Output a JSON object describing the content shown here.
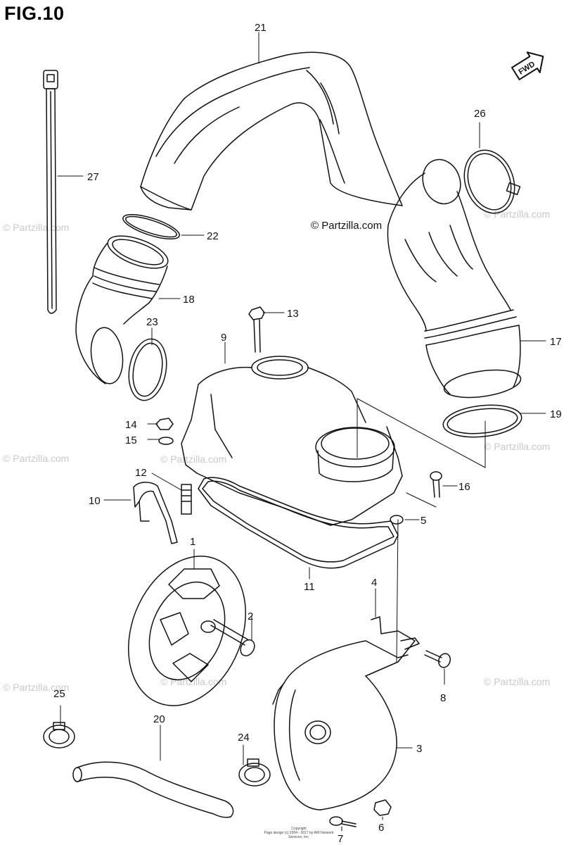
{
  "figure_title": "FIG.10",
  "fwd_label": "FWD",
  "watermark": "© Partzilla.com",
  "copyright_lines": [
    "Copyright",
    "Page design (c) 2004 - 2017 by ARI Network Services, Inc."
  ],
  "callouts": [
    {
      "id": "21"
    },
    {
      "id": "27"
    },
    {
      "id": "26"
    },
    {
      "id": "22"
    },
    {
      "id": "18"
    },
    {
      "id": "13"
    },
    {
      "id": "23"
    },
    {
      "id": "9"
    },
    {
      "id": "17"
    },
    {
      "id": "19"
    },
    {
      "id": "14"
    },
    {
      "id": "15"
    },
    {
      "id": "12"
    },
    {
      "id": "16"
    },
    {
      "id": "10"
    },
    {
      "id": "5"
    },
    {
      "id": "1"
    },
    {
      "id": "11"
    },
    {
      "id": "4"
    },
    {
      "id": "2"
    },
    {
      "id": "8"
    },
    {
      "id": "25"
    },
    {
      "id": "20"
    },
    {
      "id": "24"
    },
    {
      "id": "3"
    },
    {
      "id": "6"
    },
    {
      "id": "7"
    }
  ]
}
